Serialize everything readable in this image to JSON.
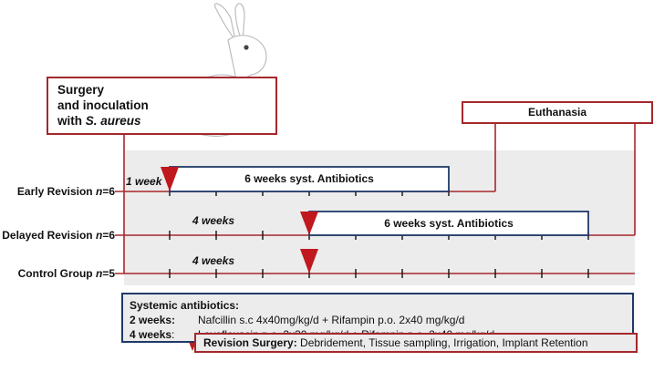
{
  "surgery_box": {
    "line1": "Surgery",
    "line2": "and inoculation",
    "line3_prefix": "with ",
    "line3_italic": "S. aureus"
  },
  "euthanasia_label": "Euthanasia",
  "groups": [
    {
      "label": "Early Revision ",
      "n_symbol": "n",
      "n_value": "=6",
      "wait_label": "1 week",
      "antibiotic_label": "6 weeks syst. Antibiotics"
    },
    {
      "label": "Delayed Revision ",
      "n_symbol": "n",
      "n_value": "=6",
      "wait_label": "4 weeks",
      "antibiotic_label": "6 weeks syst. Antibiotics"
    },
    {
      "label": "Control Group ",
      "n_symbol": "n",
      "n_value": "=5",
      "wait_label": "4 weeks"
    }
  ],
  "antibiotics_box": {
    "title": "Systemic antibiotics:",
    "rows": [
      {
        "label": "2 weeks:",
        "text": "Nafcillin s.c 4x40mg/kg/d + Rifampin p.o. 2x40 mg/kg/d"
      },
      {
        "label": "4 weeks",
        "label_suffix": ":",
        "text": "Levofloxacin p.o. 2x30 mg/kg/d + Rifampin p.o. 2x40 mg/kg/d"
      }
    ]
  },
  "legend": {
    "bold_label": "Revision Surgery:",
    "text": " Debridement, Tissue sampling, Irrigation, Implant Retention"
  },
  "colors": {
    "accent_red": "#a5282c",
    "marker_red": "#c0181d",
    "frame_blue": "#1f3a68",
    "panel_gray": "#ececec"
  }
}
